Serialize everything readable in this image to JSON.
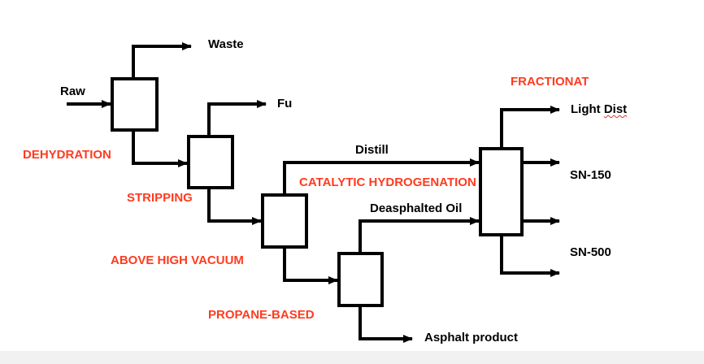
{
  "colors": {
    "line": "#000000",
    "process_label": "#ff3b1f",
    "background": "#ffffff"
  },
  "streams": {
    "raw": "Raw",
    "waste": "Waste",
    "fu": "Fu",
    "distill": "Distill",
    "deasphalted_oil": "Deasphalted Oil",
    "asphalt_product": "Asphalt product",
    "light_dist_text": "Light",
    "light_dist_suffix": "Dist",
    "sn150": "SN-150",
    "sn500": "SN-500"
  },
  "processes": {
    "dehydration": "DEHYDRATION",
    "stripping": "STRIPPING",
    "high_vacuum": "ABOVE HIGH VACUUM",
    "propane": "PROPANE-BASED",
    "hydrogenation": "CATALYTIC HYDROGENATION",
    "fractionat": "FRACTIONAT"
  }
}
